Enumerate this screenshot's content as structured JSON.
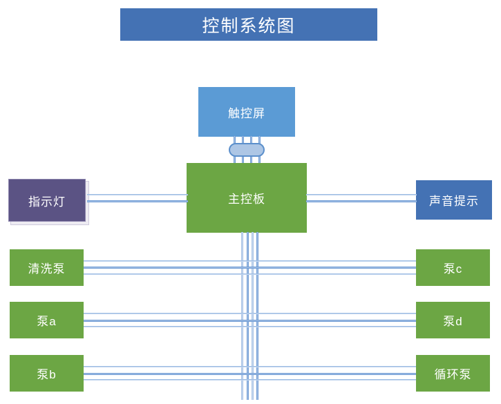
{
  "page": {
    "title": "控制系统图",
    "background": "#ffffff"
  },
  "colors": {
    "title_banner": "#4472B4",
    "touchscreen": "#5B9BD5",
    "controller": "#6CA644",
    "pump": "#6CA644",
    "indicator": "#5B5384",
    "sound": "#4472B4",
    "wire": "#A9C3E6",
    "wire_edge": "#6E9BD4"
  },
  "nodes": {
    "touchscreen": {
      "label": "触控屏"
    },
    "controller": {
      "label": "主控板"
    },
    "indicator": {
      "label": "指示灯"
    },
    "sound": {
      "label": "声音提示"
    },
    "left_pumps": [
      {
        "label": "清洗泵"
      },
      {
        "label": "泵a"
      },
      {
        "label": "泵b"
      }
    ],
    "right_pumps": [
      {
        "label": "泵c"
      },
      {
        "label": "泵d"
      },
      {
        "label": "循环泵"
      }
    ]
  },
  "connector": {
    "name": "ribbon-connector"
  }
}
